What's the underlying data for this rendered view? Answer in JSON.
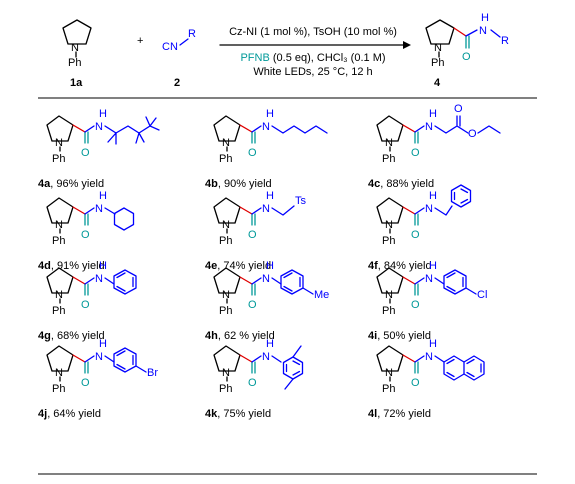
{
  "header": {
    "reactant_1": {
      "atom_N": "N",
      "atom_Ph": "Ph",
      "label": "1a"
    },
    "plus": "+",
    "reactant_2": {
      "formula_CN": "CN",
      "formula_R": "R",
      "label": "2"
    },
    "conditions_line1": "Cz-NI (1 mol %), TsOH (10 mol %)",
    "conditions_line2_reagent": "PFNB",
    "conditions_line2_rest": " (0.5 eq), CHCl₃ (0.1 M)",
    "conditions_line3": "White LEDs, 25 °C, 12 h",
    "product": {
      "atom_N": "N",
      "atom_Ph": "Ph",
      "atom_H": "H",
      "atom_NR": "N",
      "atom_R": "R",
      "atom_O": "O",
      "label": "4"
    }
  },
  "common": {
    "ring_N": "N",
    "ring_Ph": "Ph",
    "amide_H": "H",
    "amide_N": "N",
    "amide_O": "O"
  },
  "products": [
    {
      "id": "4a",
      "yield": ", 96% yield",
      "substituent": "tert-octyl"
    },
    {
      "id": "4b",
      "yield": ", 90% yield",
      "substituent": "n-pentyl"
    },
    {
      "id": "4c",
      "yield": ", 88% yield",
      "substituent": "ethyl glycinate",
      "extra": {
        "O1": "O",
        "O2": "O"
      }
    },
    {
      "id": "4d",
      "yield": ", 91% yield",
      "substituent": "cyclohexyl"
    },
    {
      "id": "4e",
      "yield": ", 74% yield",
      "substituent": "tosylmethyl",
      "extra": {
        "Ts": "Ts"
      }
    },
    {
      "id": "4f",
      "yield": ", 84% yield",
      "substituent": "benzyl"
    },
    {
      "id": "4g",
      "yield": ", 68% yield",
      "substituent": "phenyl"
    },
    {
      "id": "4h",
      "yield": ", 62 % yield",
      "substituent": "4-methylphenyl",
      "extra": {
        "Me": "Me"
      }
    },
    {
      "id": "4i",
      "yield": ", 50% yield",
      "substituent": "4-chlorophenyl",
      "extra": {
        "Cl": "Cl"
      }
    },
    {
      "id": "4j",
      "yield": ", 64% yield",
      "substituent": "4-bromophenyl",
      "extra": {
        "Br": "Br"
      }
    },
    {
      "id": "4k",
      "yield": ", 75% yield",
      "substituent": "2,6-dimethylphenyl"
    },
    {
      "id": "4l",
      "yield": ", 72% yield",
      "substituent": "2-naphthyl"
    }
  ],
  "colors": {
    "amine_ring": "#000000",
    "new_bond": "#e00000",
    "isocyanide": "#0000ff",
    "amide_oxygen": "#009999"
  }
}
